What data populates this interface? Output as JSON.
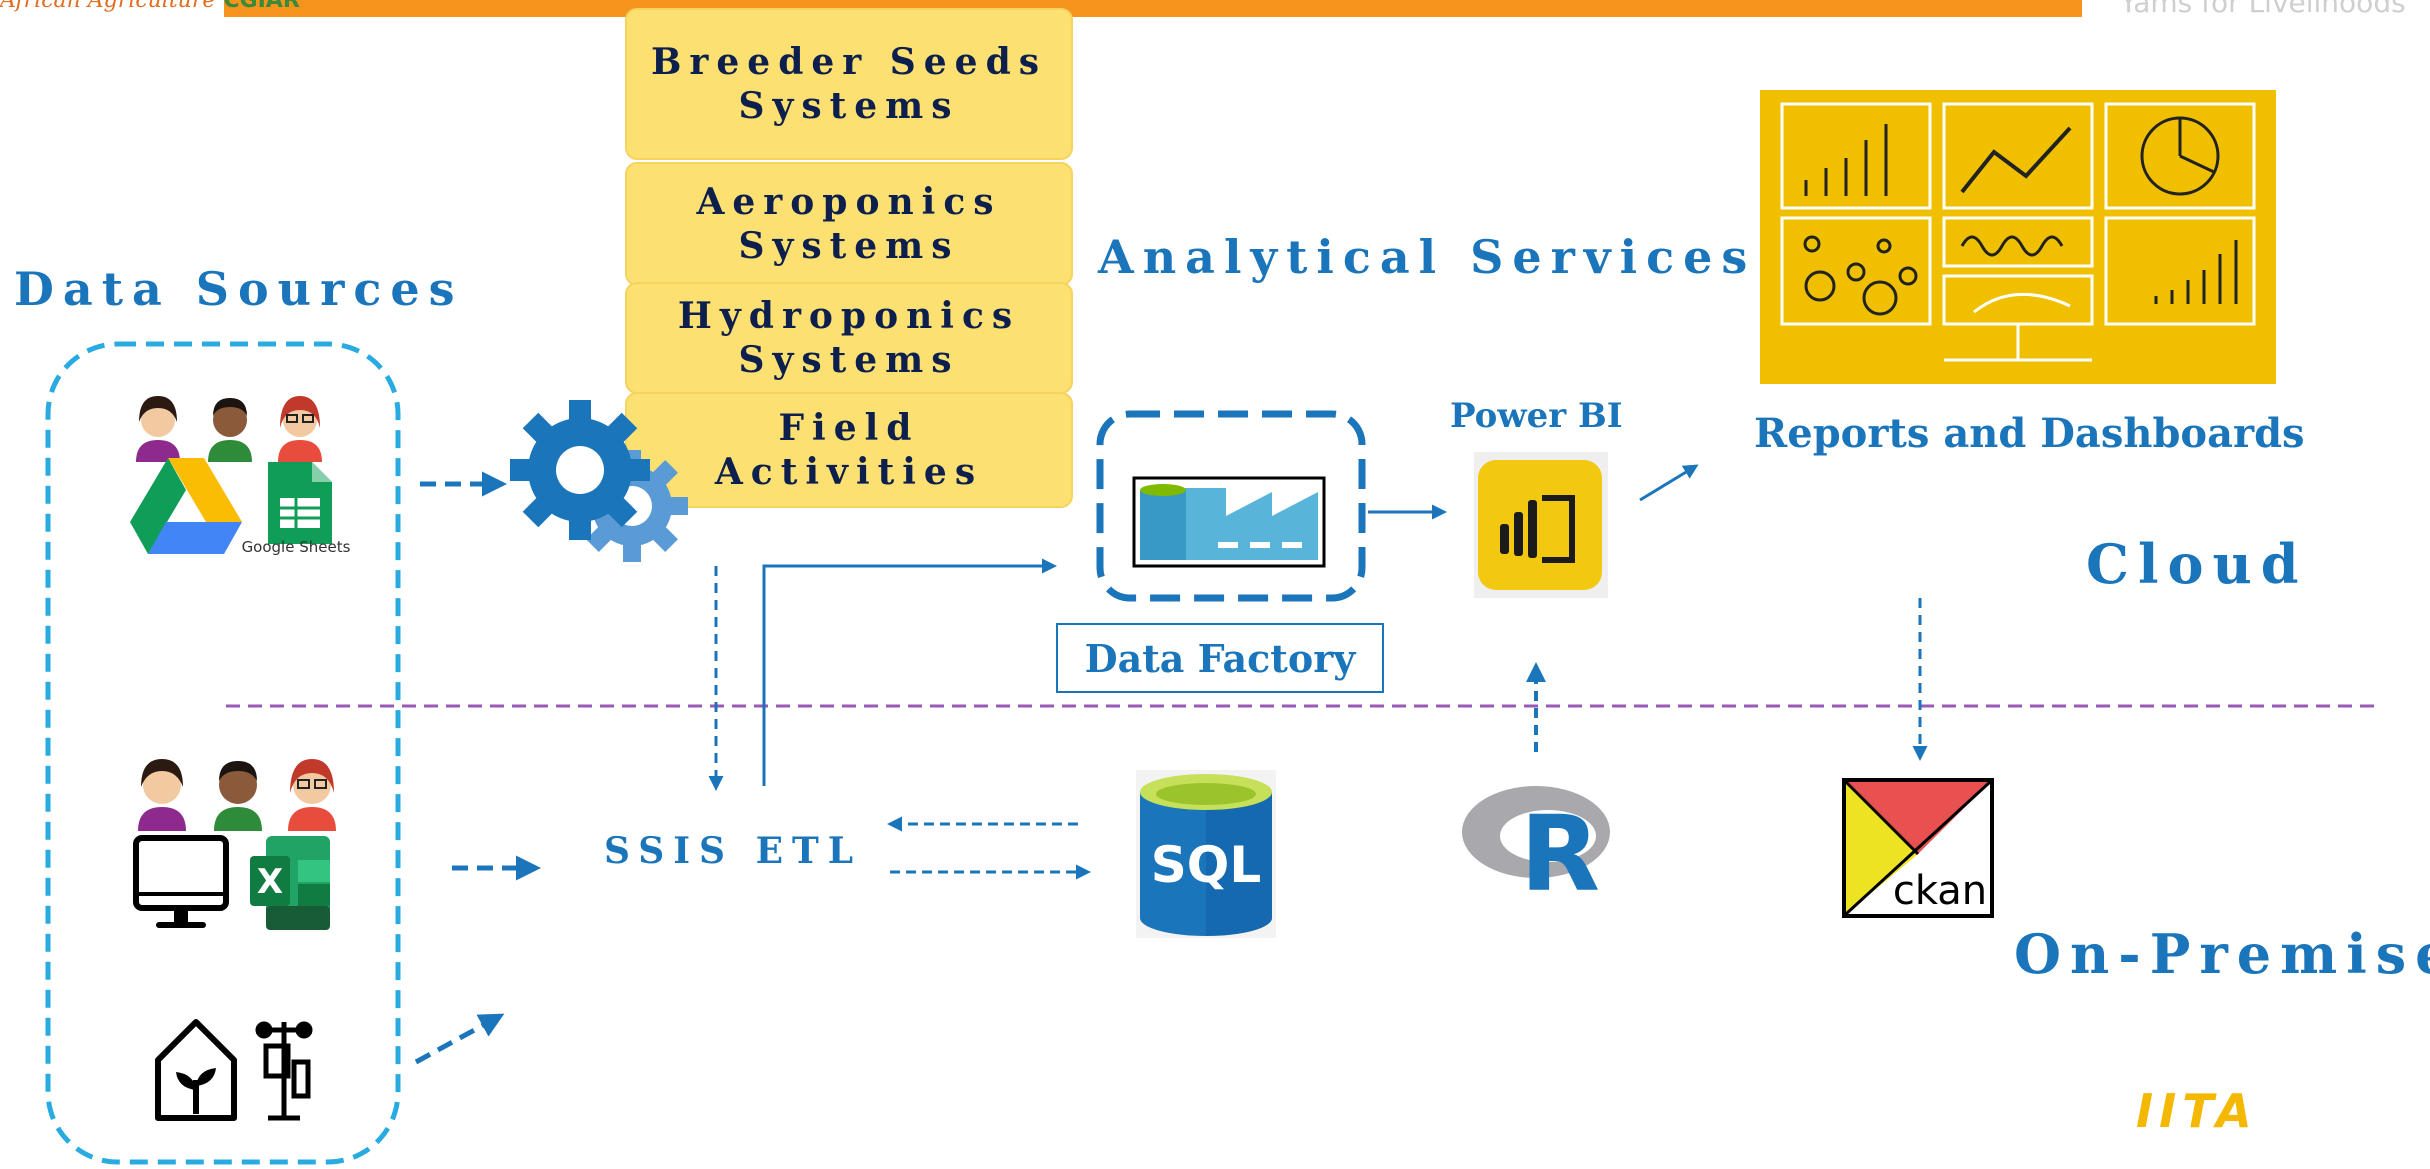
{
  "header": {
    "logo_left_text": "African Agriculture",
    "logo_left_brand": "CGIAR",
    "logo_right_text": "Yams for Livelihoods"
  },
  "systems": [
    "Breeder Seeds\nSystems",
    "Aeroponics\nSystems",
    "Hydroponics\nSystems",
    "Field\nActivities"
  ],
  "labels": {
    "data_sources": "Data Sources",
    "analytical_services": "Analytical Services",
    "power_bi": "Power BI",
    "reports_dashboards": "Reports and Dashboards",
    "cloud": "Cloud",
    "on_premise": "On-Premise",
    "data_factory": "Data Factory",
    "ssis_etl": "SSIS ETL",
    "google_sheets": "Google Sheets",
    "sql": "SQL",
    "r": "R",
    "ckan": "ckan",
    "iita": "IITA"
  },
  "icons": {
    "people": "people-icon",
    "drive": "google-drive-icon",
    "sheets": "google-sheets-icon",
    "monitor": "computer-monitor-icon",
    "excel": "excel-icon",
    "greenhouse": "greenhouse-icon",
    "weather": "weather-station-icon",
    "gears": "gears-icon",
    "factory": "data-factory-icon",
    "powerbi": "power-bi-icon",
    "dashboard": "dashboard-icon",
    "sql": "sql-database-icon",
    "r": "r-logo-icon",
    "ckan": "ckan-logo-icon"
  },
  "colors": {
    "accent_blue": "#1b75bb",
    "light_blue_border": "#29abe2",
    "box_yellow": "#fde072",
    "dashboard_yellow": "#f0c000",
    "separator_purple": "#9b59b6",
    "top_bar_orange": "#f7941d",
    "iita_gold": "#f5b800"
  }
}
